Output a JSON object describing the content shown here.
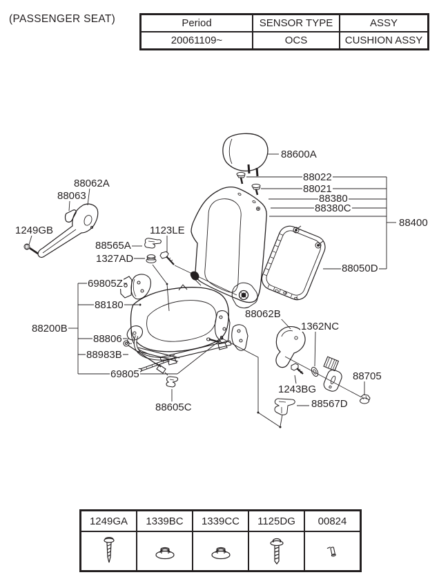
{
  "page_title": "(PASSENGER SEAT)",
  "info_table": {
    "headers": [
      "Period",
      "SENSOR TYPE",
      "ASSY"
    ],
    "values": [
      "20061109~",
      "OCS",
      "CUSHION ASSY"
    ]
  },
  "diagram": {
    "labels": {
      "l88600A": "88600A",
      "l88022": "88022",
      "l88021": "88021",
      "l88380": "88380",
      "l88380C": "88380C",
      "l88400": "88400",
      "l88050D": "88050D",
      "l88062A": "88062A",
      "l88063": "88063",
      "l1249GB": "1249GB",
      "l1123LE": "1123LE",
      "l88565A": "88565A",
      "l1327AD": "1327AD",
      "l69805Z": "69805Z",
      "l88180": "88180",
      "l88200B": "88200B",
      "l88806": "88806",
      "l88983B": "88983B",
      "l69805": "69805",
      "l88605C": "88605C",
      "l88062B": "88062B",
      "l1362NC": "1362NC",
      "l1243BG": "1243BG",
      "l88705": "88705",
      "l88567D": "88567D"
    },
    "drawn_parts": [
      "headrest",
      "seat-back",
      "seat-back-panel",
      "seat-cushion",
      "seat-rails",
      "recliner-cover-left",
      "recliner-cover-right",
      "hinge-brackets",
      "seat-belt-buckle",
      "screws",
      "bolts",
      "nuts",
      "clips",
      "lumbar-cable"
    ]
  },
  "fastener_table": {
    "columns": [
      {
        "code": "1249GA",
        "icon": "tapping-screw-icon"
      },
      {
        "code": "1339BC",
        "icon": "flange-nut-icon"
      },
      {
        "code": "1339CC",
        "icon": "flange-nut-icon"
      },
      {
        "code": "1125DG",
        "icon": "washer-bolt-icon"
      },
      {
        "code": "00824",
        "icon": "pin-clip-icon"
      }
    ]
  },
  "colors": {
    "line": "#231f20",
    "background": "#ffffff"
  }
}
